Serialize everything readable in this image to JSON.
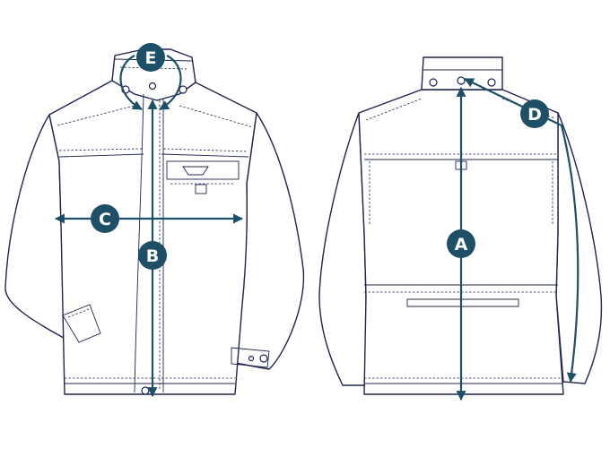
{
  "diagram": {
    "labels": {
      "a": "A",
      "b": "B",
      "c": "C",
      "d": "D",
      "e": "E"
    },
    "colors": {
      "measurement": "#1d4f66",
      "outline": "#1f2450",
      "background": "#ffffff"
    }
  }
}
